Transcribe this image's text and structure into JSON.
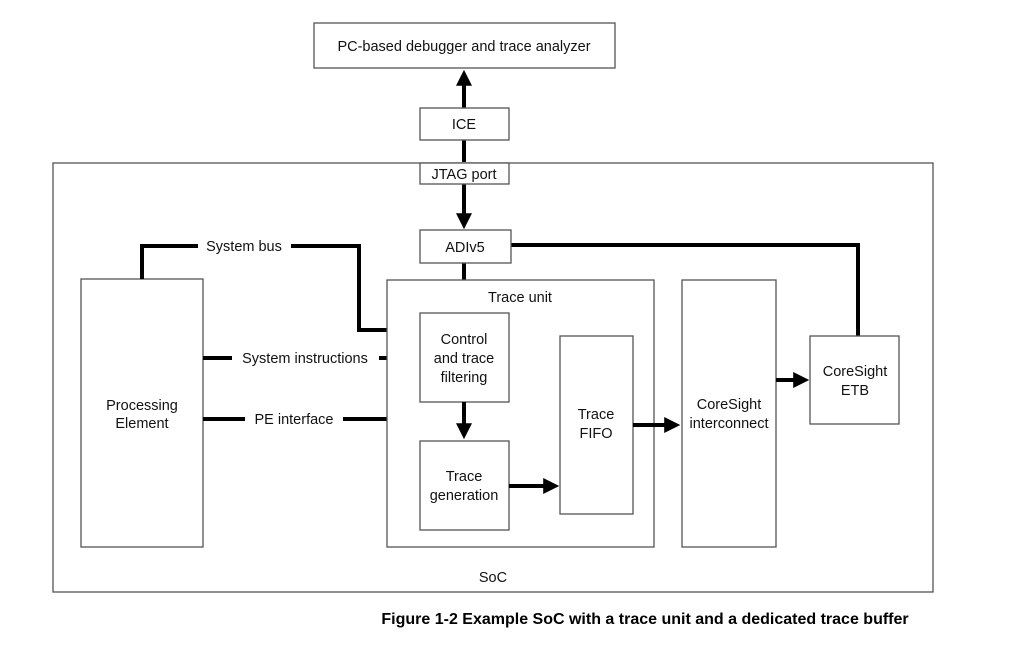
{
  "diagram": {
    "blocks": {
      "pc_debugger": "PC-based debugger and trace analyzer",
      "ice": "ICE",
      "jtag_port": "JTAG port",
      "adiv5": "ADIv5",
      "soc": "SoC",
      "trace_unit": "Trace unit",
      "processing_element": [
        "Processing",
        "Element"
      ],
      "control_filtering": [
        "Control",
        "and trace",
        "filtering"
      ],
      "trace_generation": [
        "Trace",
        "generation"
      ],
      "trace_fifo": [
        "Trace",
        "FIFO"
      ],
      "coresight_interconnect": [
        "CoreSight",
        "interconnect"
      ],
      "coresight_etb": [
        "CoreSight",
        "ETB"
      ]
    },
    "connection_labels": {
      "system_bus": "System bus",
      "system_instructions": "System instructions",
      "pe_interface": "PE interface"
    },
    "caption": "Figure 1-2 Example SoC with a trace unit and a dedicated trace buffer"
  }
}
